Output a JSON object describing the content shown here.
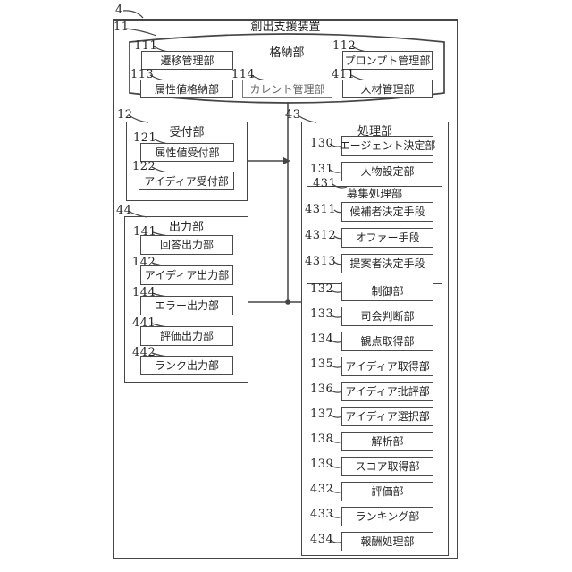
{
  "device": {
    "ref": "4",
    "title": "創出支援装置"
  },
  "storage": {
    "ref": "11",
    "label": "格納部",
    "items": [
      {
        "ref": "111",
        "label": "遷移管理部"
      },
      {
        "ref": "112",
        "label": "プロンプト管理部"
      },
      {
        "ref": "113",
        "label": "属性値格納部"
      },
      {
        "ref": "114",
        "label": "カレント管理部"
      },
      {
        "ref": "411",
        "label": "人材管理部"
      }
    ]
  },
  "reception": {
    "ref": "12",
    "label": "受付部",
    "items": [
      {
        "ref": "121",
        "label": "属性値受付部"
      },
      {
        "ref": "122",
        "label": "アイディア受付部"
      }
    ]
  },
  "output": {
    "ref": "44",
    "label": "出力部",
    "items": [
      {
        "ref": "141",
        "label": "回答出力部"
      },
      {
        "ref": "142",
        "label": "アイディア出力部"
      },
      {
        "ref": "144",
        "label": "エラー出力部"
      },
      {
        "ref": "441",
        "label": "評価出力部"
      },
      {
        "ref": "442",
        "label": "ランク出力部"
      }
    ]
  },
  "processing": {
    "ref": "43",
    "label": "処理部",
    "top_items": [
      {
        "ref": "130",
        "label": "エージェント決定部"
      },
      {
        "ref": "131",
        "label": "人物設定部"
      }
    ],
    "recruit": {
      "ref": "431",
      "label": "募集処理部",
      "items": [
        {
          "ref": "4311",
          "label": "候補者決定手段"
        },
        {
          "ref": "4312",
          "label": "オファー手段"
        },
        {
          "ref": "4313",
          "label": "提案者決定手段"
        }
      ]
    },
    "bottom_items": [
      {
        "ref": "132",
        "label": "制御部"
      },
      {
        "ref": "133",
        "label": "司会判断部"
      },
      {
        "ref": "134",
        "label": "観点取得部"
      },
      {
        "ref": "135",
        "label": "アイディア取得部"
      },
      {
        "ref": "136",
        "label": "アイディア批評部"
      },
      {
        "ref": "137",
        "label": "アイディア選択部"
      },
      {
        "ref": "138",
        "label": "解析部"
      },
      {
        "ref": "139",
        "label": "スコア取得部"
      },
      {
        "ref": "432",
        "label": "評価部"
      },
      {
        "ref": "433",
        "label": "ランキング部"
      },
      {
        "ref": "434",
        "label": "報酬処理部"
      }
    ]
  },
  "connections": [
    {
      "from": "11",
      "to": "43"
    },
    {
      "from": "12",
      "to": "43"
    },
    {
      "from": "44",
      "to": "43"
    }
  ],
  "colors": {
    "line": "#454545",
    "text": "#262626",
    "background": "#ffffff"
  }
}
